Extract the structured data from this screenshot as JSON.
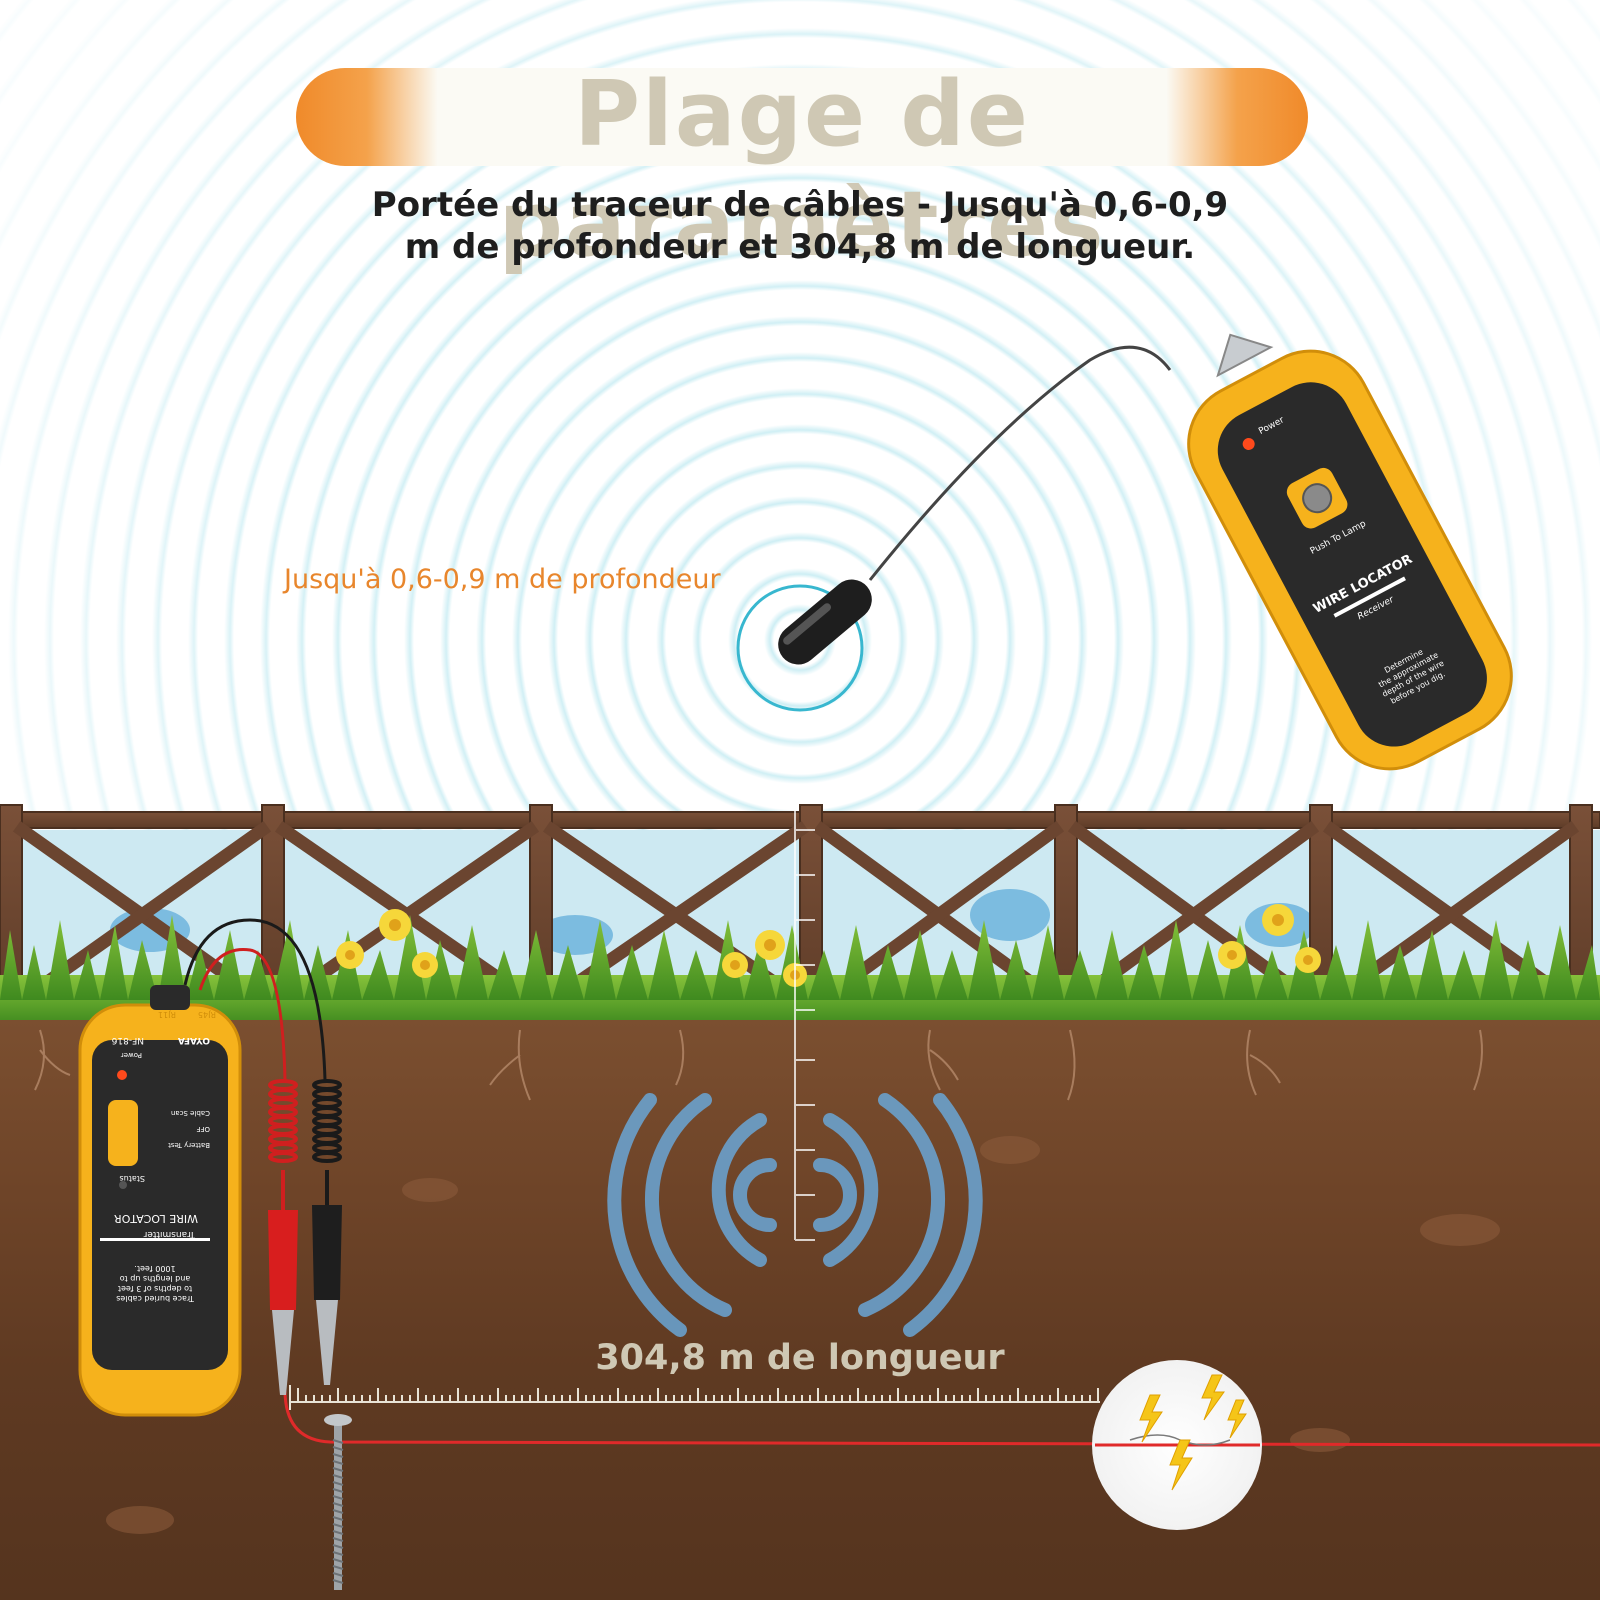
{
  "title": "Plage de paramètres",
  "subtitle_line1": "Portée du traceur de câbles - Jusqu'à 0,6-0,9",
  "subtitle_line2": "m de profondeur et 304,8 m de longueur.",
  "depth_label": "Jusqu'à 0,6-0,9 m de profondeur",
  "length_label": "304,8 m de longueur",
  "receiver": {
    "power_label": "Power",
    "button_label": "Push To Lamp",
    "product_label": "WIRE LOCATOR",
    "subtitle": "Receiver",
    "description": [
      "Determine",
      "the approximate",
      "depth of the wire",
      "before you dig."
    ]
  },
  "transmitter": {
    "brand": "OYAFA",
    "model": "NF-816",
    "port_left": "RJ45",
    "port_right": "RJ11",
    "power_label": "Power",
    "switch_options": [
      "Cable Scan",
      "OFF",
      "Battery Test"
    ],
    "status_label": "Status",
    "product_label": "WIRE LOCATOR",
    "subtitle": "Transmitter",
    "description": [
      "Trace buried cables",
      "to depths of 3 feet",
      "and lengths up to",
      "1000 feet."
    ]
  },
  "colors": {
    "accent_orange": "#f08a2a",
    "device_yellow": "#f6b21c",
    "panel_black": "#2a2a2a",
    "fence_brown": "#6b4530",
    "soil_brown": "#6e4428",
    "wire_red": "#e02a2a",
    "signal_blue": "#6aa6d6"
  }
}
